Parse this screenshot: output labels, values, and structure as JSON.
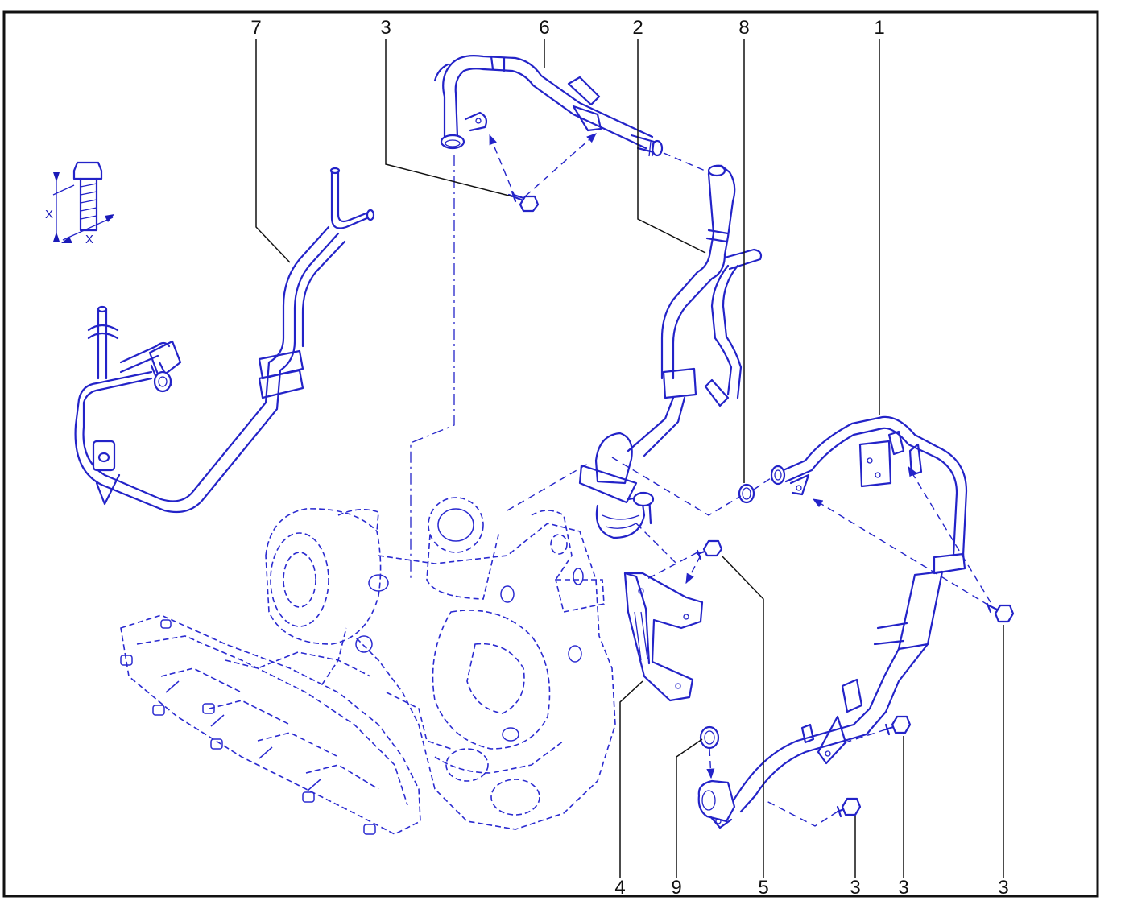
{
  "callouts": [
    {
      "id": "c7",
      "text": "7"
    },
    {
      "id": "c3a",
      "text": "3"
    },
    {
      "id": "c6",
      "text": "6"
    },
    {
      "id": "c2",
      "text": "2"
    },
    {
      "id": "c8",
      "text": "8"
    },
    {
      "id": "c1",
      "text": "1"
    },
    {
      "id": "c4",
      "text": "4"
    },
    {
      "id": "c9",
      "text": "9"
    },
    {
      "id": "c5",
      "text": "5"
    },
    {
      "id": "c3b",
      "text": "3"
    },
    {
      "id": "c3c",
      "text": "3"
    },
    {
      "id": "c3d",
      "text": "3"
    }
  ],
  "bolt_detail": {
    "dim_height": "X",
    "dim_width": "X"
  },
  "colors": {
    "line": "#2323c8",
    "label": "#111111",
    "frame": "#111111",
    "background": "#ffffff"
  }
}
